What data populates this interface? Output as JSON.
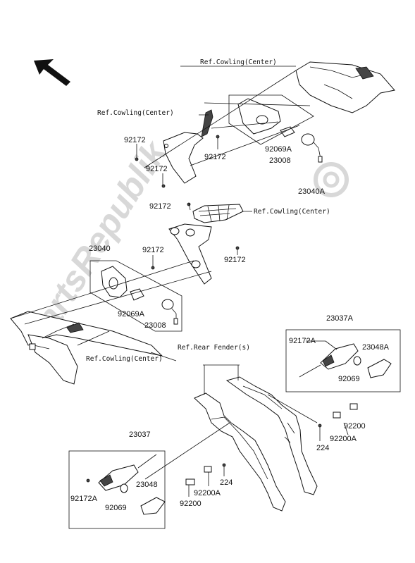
{
  "watermark": {
    "text": "PartsRepublik"
  },
  "refs": {
    "cowling_top": "Ref.Cowling(Center)",
    "cowling_left": "Ref.Cowling(Center)",
    "cowling_mid": "Ref.Cowling(Center)",
    "cowling_bottom": "Ref.Cowling(Center)",
    "rear_fender": "Ref.Rear Fender(s)"
  },
  "parts": {
    "p92172_a": "92172",
    "p92172_b": "92172",
    "p92172_c": "92172",
    "p92172_d": "92172",
    "p92172_e": "92172",
    "p92172_f": "92172",
    "p92069a_top": "92069A",
    "p23008_top": "23008",
    "p23040a": "23040A",
    "p23040": "23040",
    "p92069a_mid": "92069A",
    "p23008_mid": "23008",
    "p23037a": "23037A",
    "p92172a_right": "92172A",
    "p23048a": "23048A",
    "p92069_right": "92069",
    "p92200_right": "92200",
    "p224_right": "224",
    "p92200a_right": "92200A",
    "p23037": "23037",
    "p92172a_left": "92172A",
    "p23048": "23048",
    "p92069_left": "92069",
    "p224_left": "224",
    "p92200a_left": "92200A",
    "p92200_left": "92200"
  }
}
